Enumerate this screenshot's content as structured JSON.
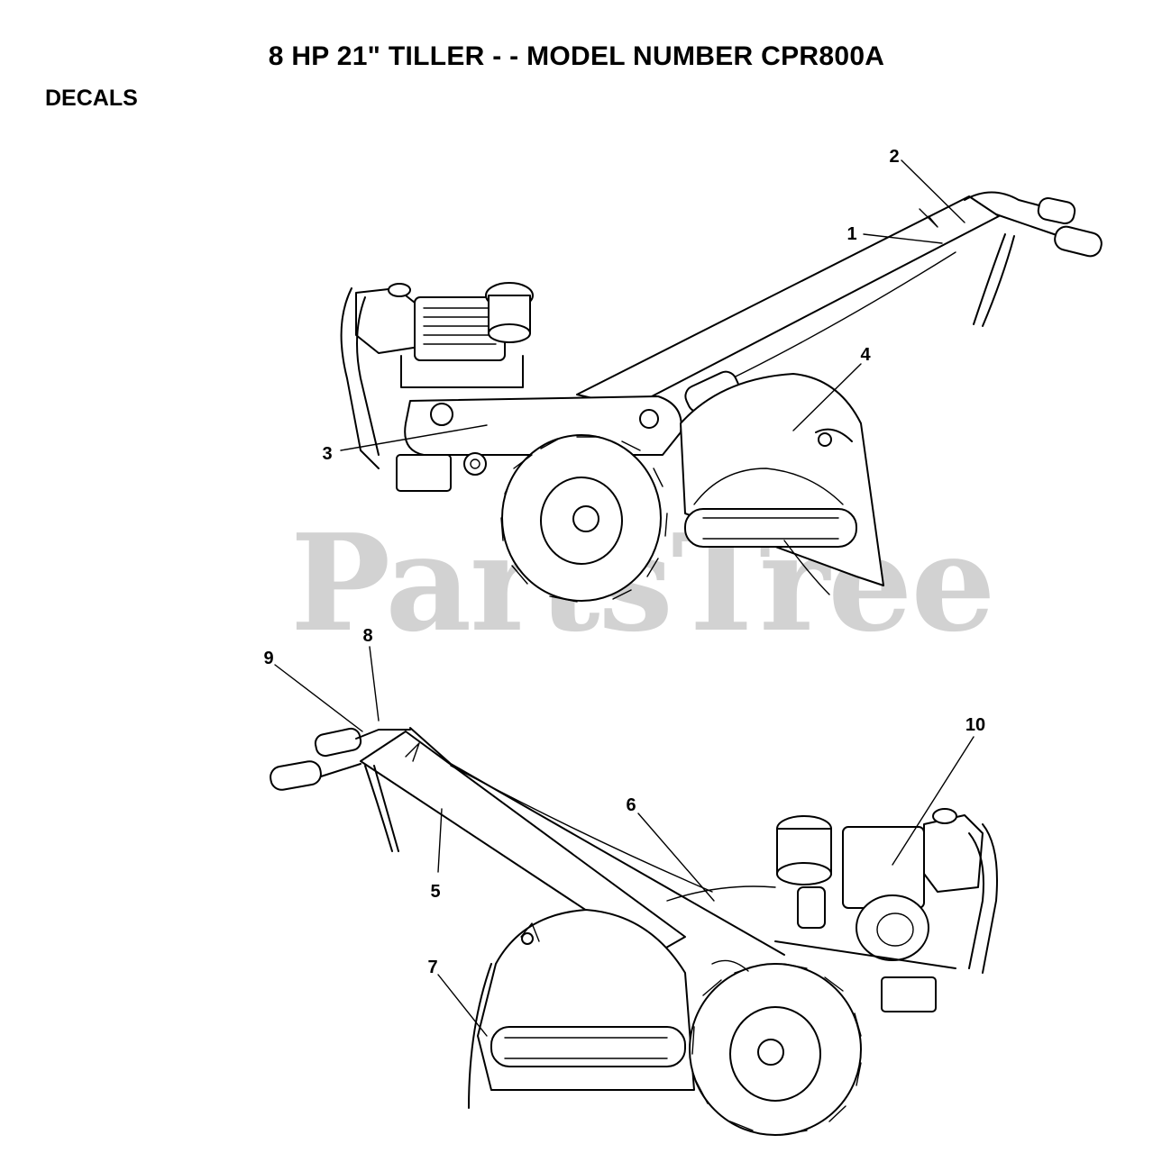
{
  "title": "8 HP 21\" TILLER - - MODEL NUMBER CPR800A",
  "section_label": "DECALS",
  "watermark": "PartsTree",
  "callouts": [
    {
      "id": "1",
      "label": "1"
    },
    {
      "id": "2",
      "label": "2"
    },
    {
      "id": "3",
      "label": "3"
    },
    {
      "id": "4",
      "label": "4"
    },
    {
      "id": "5",
      "label": "5"
    },
    {
      "id": "6",
      "label": "6"
    },
    {
      "id": "7",
      "label": "7"
    },
    {
      "id": "8",
      "label": "8"
    },
    {
      "id": "9",
      "label": "9"
    },
    {
      "id": "10",
      "label": "10"
    }
  ]
}
